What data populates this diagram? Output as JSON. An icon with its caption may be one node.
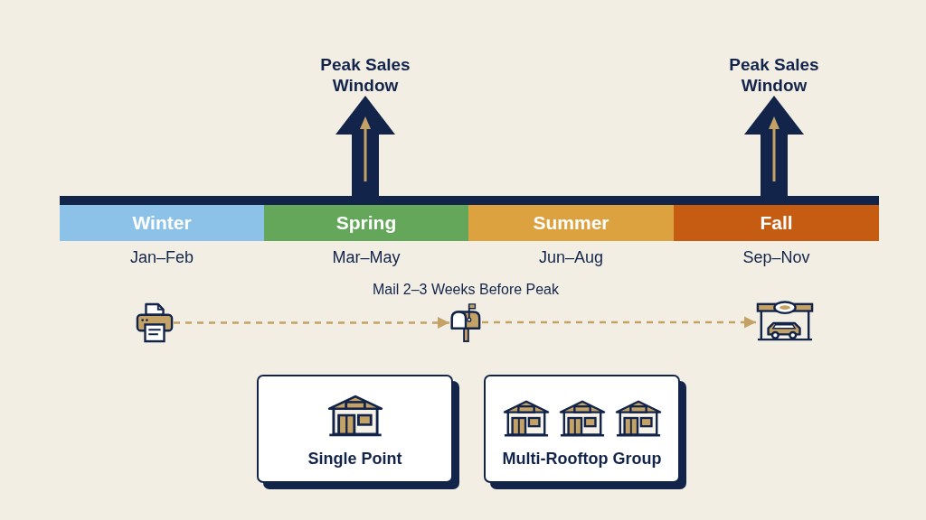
{
  "diagram": {
    "nodes": [
      {
        "text": [
          "Peak Sales Window"
        ]
      },
      {
        "text": [
          "Peak Sales Window"
        ]
      },
      {
        "text": [
          "Winter"
        ],
        "beside": [
          "Jan–Feb"
        ]
      },
      {
        "text": [
          "Spring"
        ],
        "beside": [
          "Mar–May"
        ]
      },
      {
        "text": [
          "Summer"
        ],
        "beside": [
          "Jun–Aug"
        ]
      },
      {
        "text": [
          "Fall"
        ],
        "beside": [
          "Sep–Nov"
        ]
      },
      {
        "text": [],
        "shape": "picture"
      },
      {
        "text": [],
        "shape": "picture"
      },
      {
        "text": [],
        "shape": "picture"
      },
      {
        "text": [
          "Single Point"
        ]
      },
      {
        "text": [
          "Multi-Rooftop Group"
        ]
      }
    ],
    "edges": [
      {
        "from": 3,
        "to": 0,
        "arrow": "to",
        "style": "thick",
        "color": "#13244b"
      },
      {
        "from": 5,
        "to": 1,
        "arrow": "to",
        "style": "thick",
        "color": "#13244b"
      },
      {
        "from": 6,
        "to": 7,
        "arrow": "to",
        "style": "dashed",
        "color": "#c4a265"
      },
      {
        "from": 7,
        "to": 8,
        "arrow": "to",
        "style": "dashed",
        "color": "#c4a265"
      }
    ],
    "labels": [
      "Mail 2–3 Weeks Before Peak"
    ]
  }
}
